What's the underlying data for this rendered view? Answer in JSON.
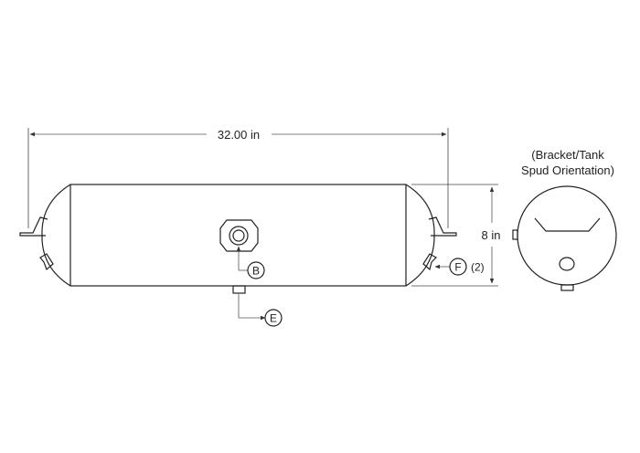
{
  "dimensions": {
    "length": "32.00 in",
    "diameter": "8 in"
  },
  "callouts": {
    "port_b": "B",
    "port_e": "E",
    "port_f": "F",
    "port_f_qty": "(2)"
  },
  "end_view": {
    "title_line1": "(Bracket/Tank",
    "title_line2": "Spud Orientation)"
  },
  "colors": {
    "line": "#222222",
    "background": "#ffffff"
  }
}
